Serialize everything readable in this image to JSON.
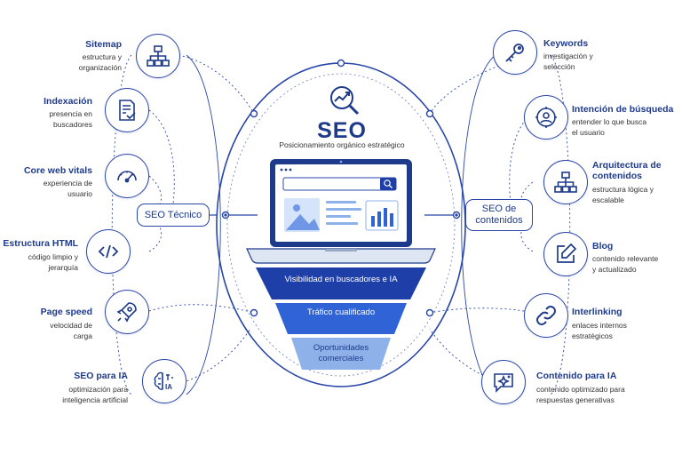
{
  "center": {
    "title": "SEO",
    "subtitle": "Posicionamiento orgánico estratégico"
  },
  "hubs": {
    "left": "SEO Técnico",
    "right": "SEO de contenidos"
  },
  "funnel": [
    "Visibilidad en buscadores e IA",
    "Tráfico cualificado",
    "Oportunidades comerciales"
  ],
  "left_items": [
    {
      "title": "Sitemap",
      "desc": "estructura y organización",
      "icon": "sitemap-icon"
    },
    {
      "title": "Indexación",
      "desc": "presencia en buscadores",
      "icon": "document-check-icon"
    },
    {
      "title": "Core web vitals",
      "desc": "experiencia de usuario",
      "icon": "speedometer-icon"
    },
    {
      "title": "Estructura HTML",
      "desc": "código limpio y jerarquía",
      "icon": "code-icon"
    },
    {
      "title": "Page speed",
      "desc": "velocidad de carga",
      "icon": "rocket-icon"
    },
    {
      "title": "SEO para IA",
      "desc": "optimización para inteligencia artificial",
      "icon": "ai-brain-icon"
    }
  ],
  "right_items": [
    {
      "title": "Keywords",
      "desc": "investigación y selección",
      "icon": "key-icon"
    },
    {
      "title": "Intención de búsqueda",
      "desc": "entender lo que busca el usuario",
      "icon": "user-target-icon"
    },
    {
      "title": "Arquitectura de contenidos",
      "desc": "estructura lógica y escalable",
      "icon": "hierarchy-icon"
    },
    {
      "title": "Blog",
      "desc": "contenido relevante y actualizado",
      "icon": "edit-icon"
    },
    {
      "title": "Interlinking",
      "desc": "enlaces internos estratégicos",
      "icon": "link-icon"
    },
    {
      "title": "Contenido para IA",
      "desc": "contenido optimizado para respuestas generativas",
      "icon": "ai-chat-icon"
    }
  ],
  "colors": {
    "primary": "#1e3a8a",
    "line": "#2845a8",
    "funnel_top": "#1f3fa8",
    "funnel_mid": "#2f63d6",
    "funnel_bottom": "#8fb1ea"
  }
}
